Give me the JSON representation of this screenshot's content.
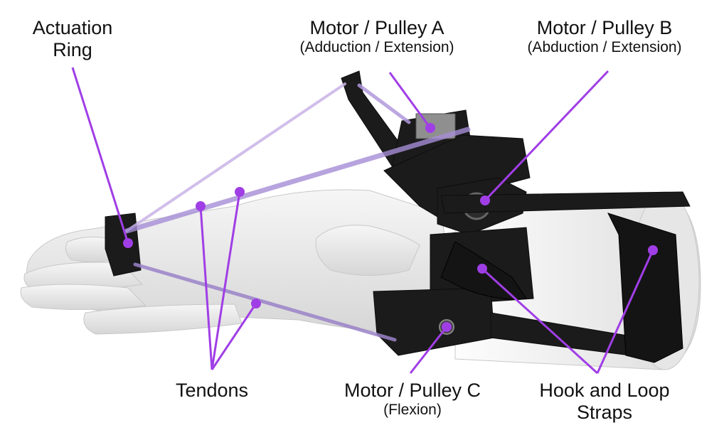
{
  "labels": {
    "actuation_ring": {
      "line1": "Actuation",
      "line2": "Ring"
    },
    "motor_a": {
      "title": "Motor / Pulley A",
      "subtitle": "(Adduction / Extension)"
    },
    "motor_b": {
      "title": "Motor / Pulley B",
      "subtitle": "(Abduction / Extension)"
    },
    "tendons": {
      "title": "Tendons"
    },
    "motor_c": {
      "title": "Motor / Pulley C",
      "subtitle": "(Flexion)"
    },
    "straps": {
      "line1": "Hook and Loop",
      "line2": "Straps"
    }
  },
  "colors": {
    "accent": "#a03ee6",
    "hand": "#e9e9e9",
    "device": "#1b1b1b",
    "strap": "#8a6fb0"
  }
}
